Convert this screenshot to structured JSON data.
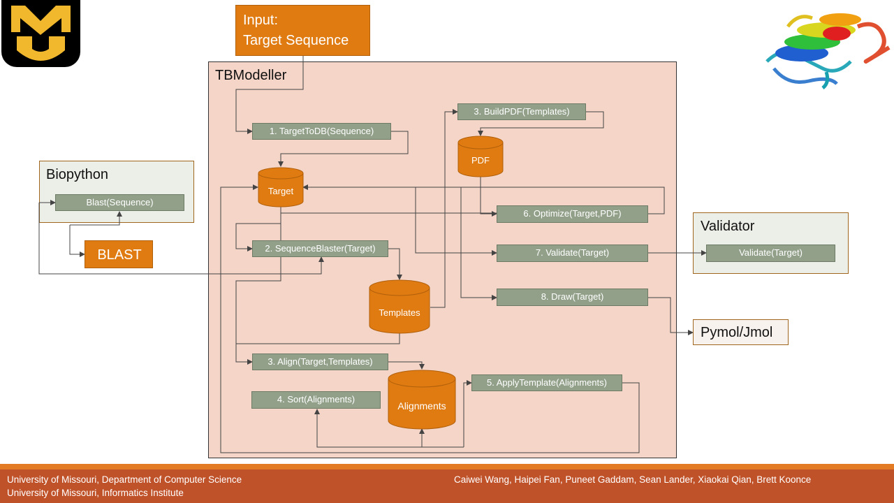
{
  "input_box": {
    "line1": "Input:",
    "line2": "Target Sequence"
  },
  "tbmodeller": {
    "title": "TBModeller",
    "steps": {
      "target_to_db": "1. TargetToDB(Sequence)",
      "sequence_blaster": "2. SequenceBlaster(Target)",
      "build_pdf": "3. BuildPDF(Templates)",
      "align": "3. Align(Target,Templates)",
      "sort": "4. Sort(Alignments)",
      "apply_template": "5. ApplyTemplate(Alignments)",
      "optimize": "6. Optimize(Target,PDF)",
      "validate": "7. Validate(Target)",
      "draw": "8. Draw(Target)"
    },
    "stores": {
      "target": "Target",
      "pdf": "PDF",
      "templates": "Templates",
      "alignments": "Alignments"
    }
  },
  "biopython": {
    "title": "Biopython",
    "blast_call": "Blast(Sequence)"
  },
  "blast": {
    "label": "BLAST"
  },
  "validator": {
    "title": "Validator",
    "validate_call": "Validate(Target)"
  },
  "pymol": {
    "label": "Pymol/Jmol"
  },
  "logo": {
    "alt": "MU"
  },
  "footer": {
    "left_line1": "University of Missouri, Department of Computer Science",
    "left_line2": "University of Missouri, Informatics Institute",
    "authors": "Caiwei Wang, Haipei Fan, Puneet Gaddam, Sean Lander, Xiaokai Qian, Brett Koonce"
  },
  "colors": {
    "accent_orange": "#e07b12",
    "process_green": "#92a08a",
    "container_pink": "#f5d5c8",
    "footer_brown": "#c0522a",
    "logo_gold": "#f1b82d"
  }
}
